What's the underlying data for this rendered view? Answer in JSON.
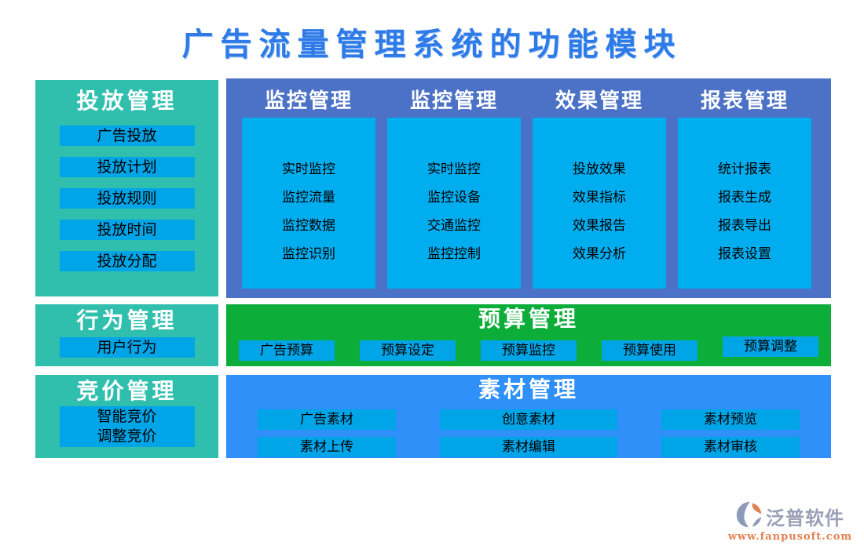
{
  "title": "广告流量管理系统的功能模块",
  "panels": {
    "delivery": {
      "title": "投放管理",
      "items": [
        "广告投放",
        "投放计划",
        "投放规则",
        "投放时间",
        "投放分配"
      ]
    },
    "monitor": {
      "columns": [
        {
          "title": "监控管理",
          "items": [
            "实时监控",
            "监控流量",
            "监控数据",
            "监控识别"
          ]
        },
        {
          "title": "监控管理",
          "items": [
            "实时监控",
            "监控设备",
            "交通监控",
            "监控控制"
          ]
        },
        {
          "title": "效果管理",
          "items": [
            "投放效果",
            "效果指标",
            "效果报告",
            "效果分析"
          ]
        },
        {
          "title": "报表管理",
          "items": [
            "统计报表",
            "报表生成",
            "报表导出",
            "报表设置"
          ]
        }
      ]
    },
    "behavior": {
      "title": "行为管理",
      "items": [
        "用户行为"
      ]
    },
    "budget": {
      "title": "预算管理",
      "items": [
        "广告预算",
        "预算设定",
        "预算监控",
        "预算使用",
        "预算调整"
      ]
    },
    "bidding": {
      "title": "竞价管理",
      "items": [
        "智能竞价",
        "调整竞价"
      ]
    },
    "material": {
      "title": "素材管理",
      "rows": [
        [
          "广告素材",
          "创意素材",
          "素材预览"
        ],
        [
          "素材上传",
          "素材编辑",
          "素材审核"
        ]
      ]
    }
  },
  "footer": {
    "brand": "泛普软件",
    "url": "www.fanpusoft.com"
  },
  "colors": {
    "title_blue": "#2E7BE8",
    "teal": "#30BFAD",
    "royal_blue": "#4B72C6",
    "card_cyan": "#00AEEF",
    "button_cyan": "#00A5E8",
    "green": "#0DAD39",
    "azure": "#2E90F8",
    "brand_gray": "#9A9FB5",
    "brand_orange": "#E08254"
  }
}
